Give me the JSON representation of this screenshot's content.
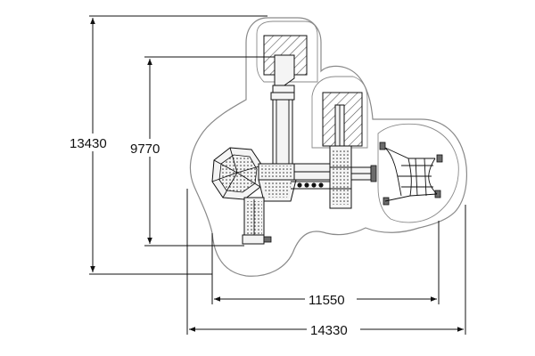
{
  "dimensions": {
    "overall_height": "13430",
    "inner_height": "9770",
    "inner_width": "11550",
    "overall_width": "14330"
  },
  "colors": {
    "line": "#111111",
    "safety_zone": "#8a8a8a",
    "deck_fill": "#f4f4f4",
    "hatch": "#555555"
  }
}
